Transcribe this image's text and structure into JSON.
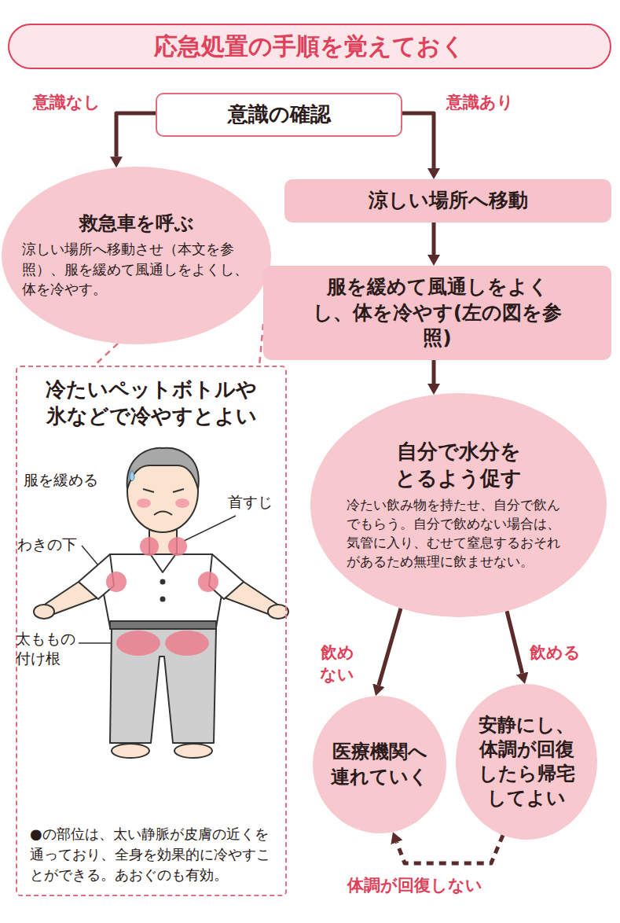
{
  "diagram": {
    "title": "応急処置の手順を覚えておく",
    "nodes": [
      {
        "text": [
          "意識の確認"
        ]
      },
      {
        "text": [
          "救急車を呼ぶ",
          "涼しい場所へ移動させ（本文を参照）、服を緩めて風通しをよくし、体を冷やす。"
        ]
      },
      {
        "text": [
          "涼しい場所へ移動"
        ]
      },
      {
        "text": [
          "服を緩めて風通しをよくし、体を冷やす(左の図を参照)"
        ]
      },
      {
        "text": [
          "冷たいペットボトルや氷などで冷やすとよい",
          "●の部位は、太い静脈が皮膚の近くを通っており、全身を効果的に冷やすことができる。あおぐのも有効。"
        ]
      },
      {
        "text": [
          "自分で水分をとるよう促す",
          "冷たい飲み物を持たせ、自分で飲んでもらう。自分で飲めない場合は、気管に入り、むせて窒息するおそれがあるため無理に飲ませない。"
        ]
      },
      {
        "text": [
          "医療機関へ連れていく"
        ]
      },
      {
        "text": [
          "安静にし、体調が回復したら帰宅してよい"
        ]
      }
    ],
    "edges": [
      {
        "from": 0,
        "to": 1,
        "arrow": "to",
        "label": "意識なし"
      },
      {
        "from": 0,
        "to": 2,
        "arrow": "to",
        "label": "意識あり"
      },
      {
        "from": 2,
        "to": 3,
        "arrow": "to"
      },
      {
        "from": 3,
        "to": 5,
        "arrow": "to"
      },
      {
        "from": 5,
        "to": 6,
        "arrow": "to",
        "label": "飲めない"
      },
      {
        "from": 5,
        "to": 7,
        "arrow": "to",
        "label": "飲める"
      },
      {
        "from": 7,
        "to": 6,
        "arrow": "to",
        "label": "体調が回復しない"
      },
      {
        "from": 1,
        "to": 4,
        "arrow": "none"
      },
      {
        "from": 3,
        "to": 4,
        "arrow": "none"
      }
    ],
    "labels": [
      "服を緩める",
      "首すじ",
      "わきの下",
      "太ももの付け根"
    ]
  }
}
